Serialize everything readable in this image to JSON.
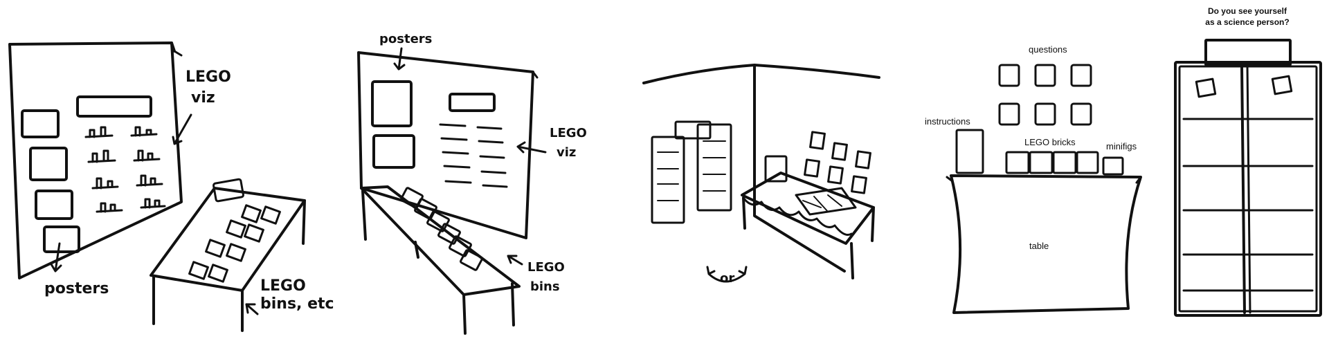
{
  "sketch1": {
    "label_lego_1": "LEGO",
    "label_lego_2": "viz",
    "label_posters": "posters",
    "label_bins_1": "LEGO",
    "label_bins_2": "bins, etc"
  },
  "sketch2": {
    "label_posters": "posters",
    "label_lego_1": "LEGO",
    "label_lego_2": "viz",
    "label_bins_1": "LEGO",
    "label_bins_2": "bins"
  },
  "sketch3": {
    "label_or": "or"
  },
  "sketch4": {
    "label_questions": "questions",
    "label_instructions": "instructions",
    "label_bricks": "LEGO bricks",
    "label_minifigs": "minifigs",
    "label_table": "table",
    "label_banner_1": "Do you see yourself",
    "label_banner_2": "as a science person?"
  }
}
